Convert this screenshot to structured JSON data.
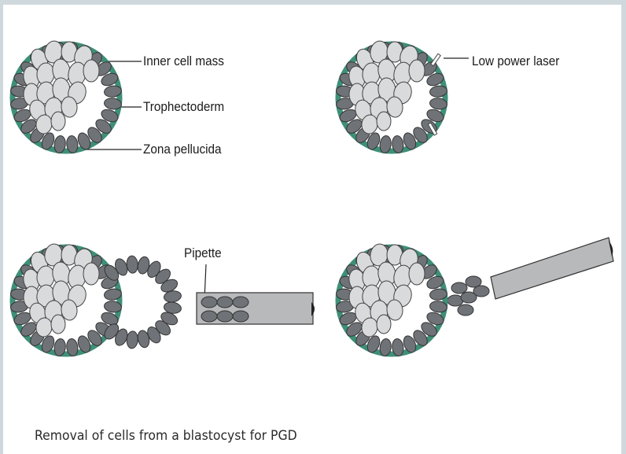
{
  "labels": {
    "inner_cell_mass": "Inner cell mass",
    "trophectoderm": "Trophectoderm",
    "zona_pellucida": "Zona pellucida",
    "laser": "Low power laser",
    "pipette": "Pipette"
  },
  "caption": "Removal of cells from a blastocyst for PGD",
  "colors": {
    "zona": "#3f8f78",
    "cell_dark": "#6f7378",
    "cell_light": "#d9dadc",
    "pipette": "#b8b9bb"
  }
}
